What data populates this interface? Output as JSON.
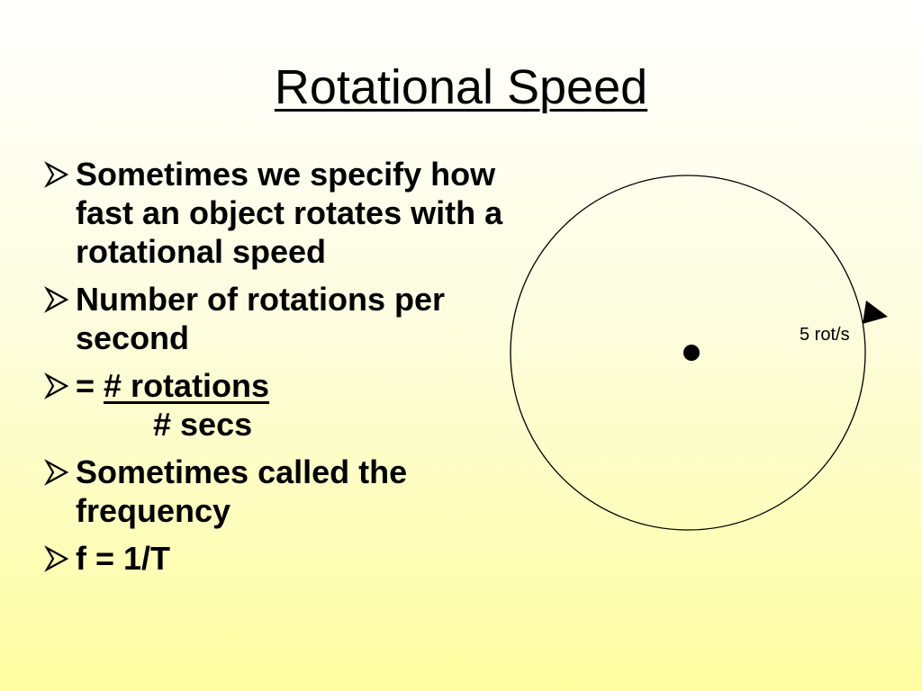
{
  "slide": {
    "title": "Rotational Speed",
    "bullets": {
      "b1": "Sometimes we specify how fast an object rotates with a rotational speed",
      "b2": "Number of rotations per second",
      "b3_prefix": "= ",
      "b3_numerator": "# rotations",
      "b3_denominator": "# secs",
      "b4": "Sometimes called the frequency",
      "b5": "f = 1/T"
    },
    "bullet_icon": "arrow-bullet-icon"
  },
  "diagram": {
    "speed_label": "5 rot/s",
    "icons": [
      "circle-path",
      "center-dot-icon",
      "direction-arrow-icon"
    ]
  }
}
